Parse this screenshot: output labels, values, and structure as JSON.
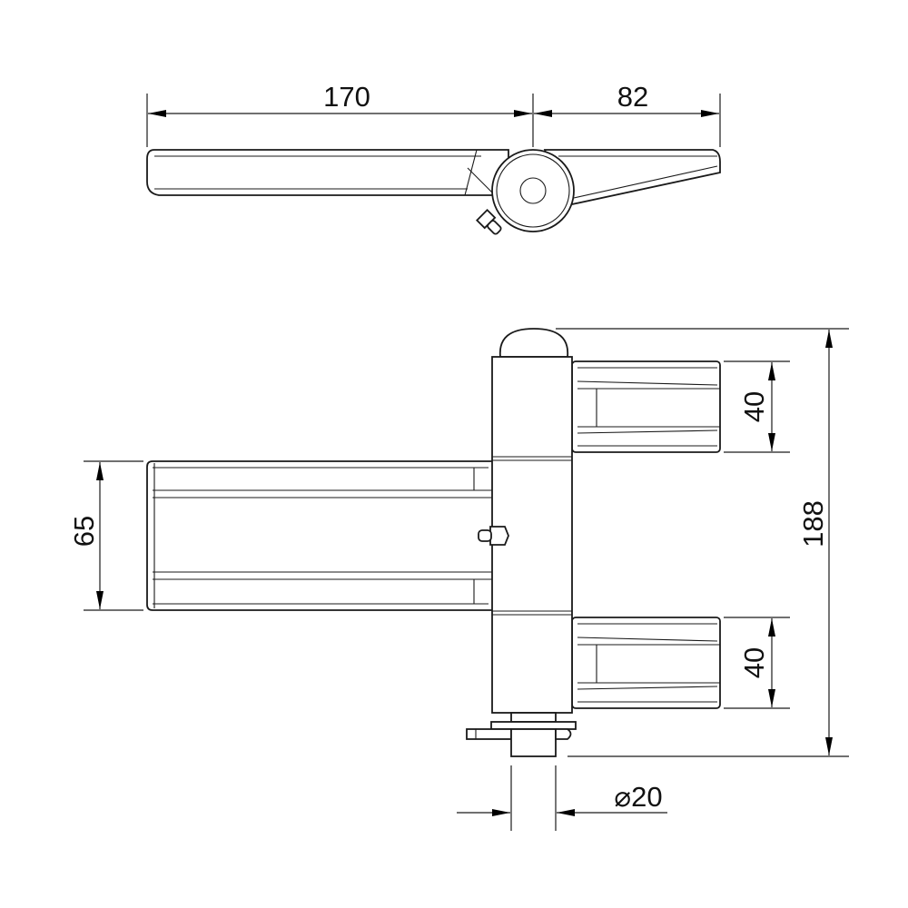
{
  "drawing": {
    "title": "Door hinge technical drawing",
    "colors": {
      "line": "#1a1a1a",
      "background": "#ffffff"
    },
    "dimensions": {
      "top_left_length": "170",
      "top_right_length": "82",
      "upper_leaf_height": "40",
      "lower_leaf_height": "40",
      "left_leaf_height": "65",
      "overall_height": "188",
      "pin_diameter": "⌀20"
    }
  }
}
